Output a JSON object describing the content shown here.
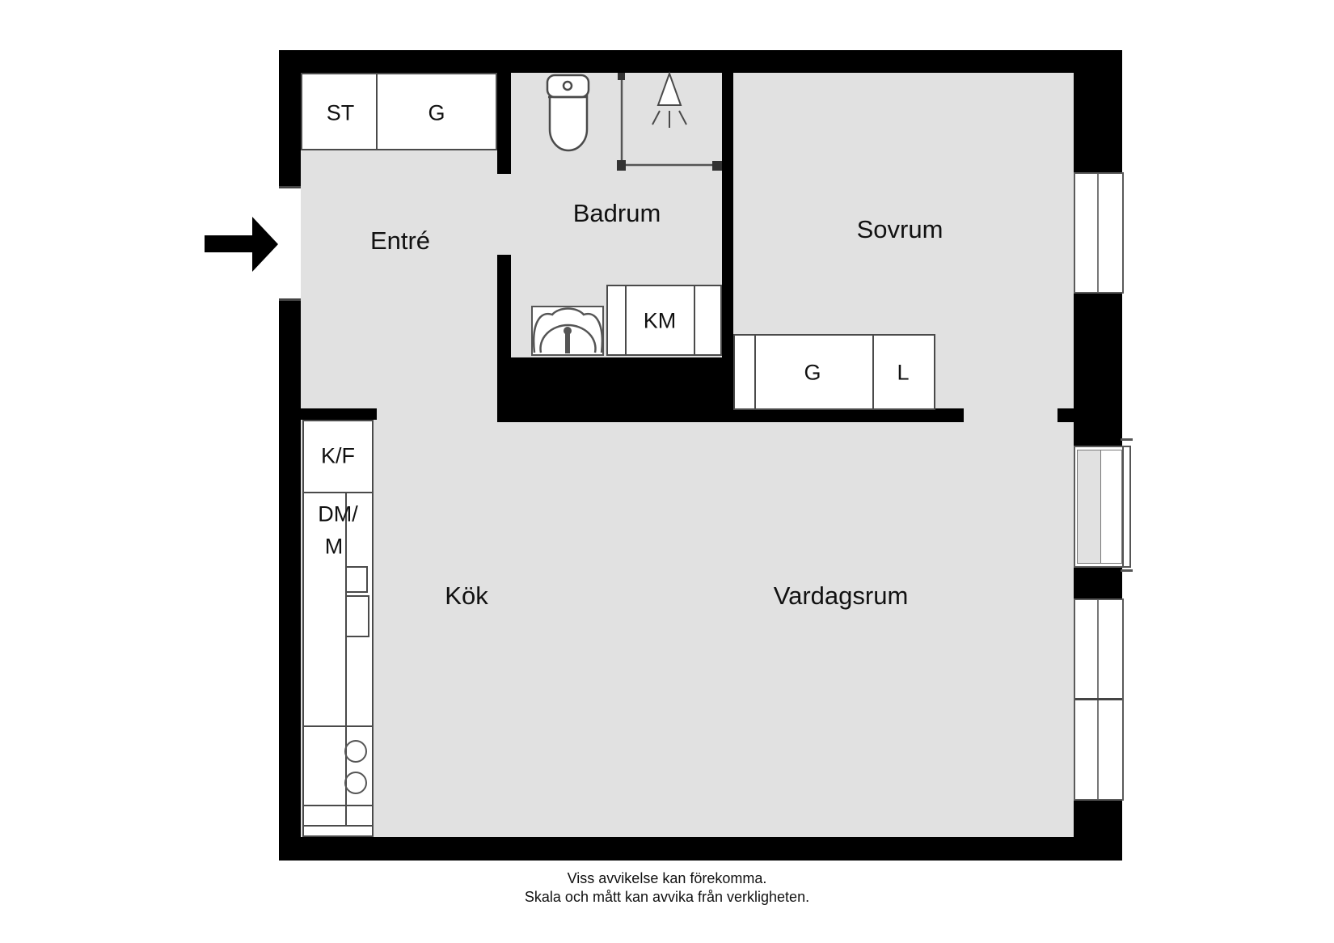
{
  "meta": {
    "type": "apartment floor plan",
    "language": "Swedish"
  },
  "rooms": {
    "entre": {
      "label": "Entré"
    },
    "badrum": {
      "label": "Badrum"
    },
    "sovrum": {
      "label": "Sovrum"
    },
    "kok": {
      "label": "Kök"
    },
    "vardagsrum": {
      "label": "Vardagsrum"
    }
  },
  "units": {
    "st_hall": {
      "label": "ST"
    },
    "g_hall": {
      "label": "G"
    },
    "g_bedroom": {
      "label": "G"
    },
    "l_bedroom": {
      "label": "L"
    },
    "km": {
      "label": "KM"
    },
    "kf": {
      "label": "K/F"
    },
    "dm_line1": {
      "label": "DM/"
    },
    "dm_line2": {
      "label": "M"
    }
  },
  "footer": {
    "line1": "Viss avvikelse kan förekomma.",
    "line2": "Skala och mått kan avvika från verkligheten."
  },
  "icons": {
    "entrance_arrow": "entrance-arrow-icon",
    "toilet": "toilet-icon",
    "shower": "shower-icon",
    "sink": "sink-icon"
  },
  "colors": {
    "wall": "#000000",
    "floor": "#e1e1e1",
    "fixture_outline": "#4a4a4a",
    "page_background": "#ffffff"
  }
}
